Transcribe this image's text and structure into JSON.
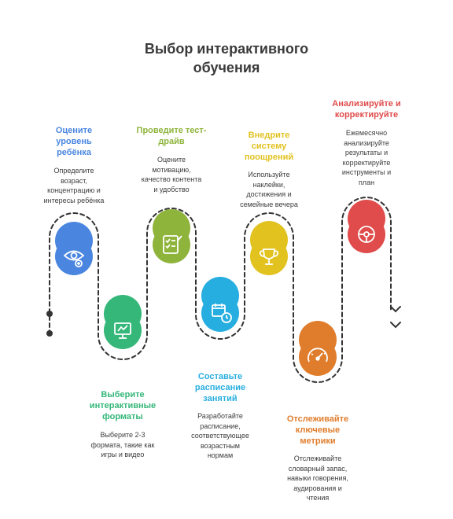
{
  "title": {
    "line1": "Выбор интерактивного",
    "line2": "обучения"
  },
  "colors": {
    "blue": "#4a86e0",
    "green": "#35b779",
    "lime": "#8fb43c",
    "cyan": "#27aee0",
    "yellow": "#e1c21f",
    "orange": "#e07d2c",
    "red": "#e04b4b"
  },
  "steps": [
    {
      "heading": [
        "Оцените",
        "уровень",
        "ребёнка"
      ],
      "desc": [
        "Определите",
        "возраст,",
        "концентрацию и",
        "интересы ребёнка"
      ],
      "icon": "eye-search-icon"
    },
    {
      "heading": [
        "Выберите",
        "интерактивные",
        "форматы"
      ],
      "desc": [
        "Выберите 2-3",
        "формата, такие как",
        "игры и видео"
      ],
      "icon": "monitor-icon"
    },
    {
      "heading": [
        "Проведите тест-",
        "драйв"
      ],
      "desc": [
        "Оцените",
        "мотивацию,",
        "качество контента",
        "и удобство"
      ],
      "icon": "checklist-icon"
    },
    {
      "heading": [
        "Составьте",
        "расписание",
        "занятий"
      ],
      "desc": [
        "Разработайте",
        "расписание,",
        "соответствующее",
        "возрастным",
        "нормам"
      ],
      "icon": "calendar-clock-icon"
    },
    {
      "heading": [
        "Внедрите",
        "систему",
        "поощрений"
      ],
      "desc": [
        "Используйте",
        "наклейки,",
        "достижения и",
        "семейные вечера"
      ],
      "icon": "trophy-icon"
    },
    {
      "heading": [
        "Отслеживайте",
        "ключевые",
        "метрики"
      ],
      "desc": [
        "Отслеживайте",
        "словарный запас,",
        "навыки говорения,",
        "аудирования и",
        "чтения"
      ],
      "icon": "gauge-icon"
    },
    {
      "heading": [
        "Анализируйте и",
        "корректируйте"
      ],
      "desc": [
        "Ежемесячно",
        "анализируйте",
        "результаты и",
        "корректируйте",
        "инструменты и",
        "план"
      ],
      "icon": "steering-wheel-icon"
    }
  ]
}
